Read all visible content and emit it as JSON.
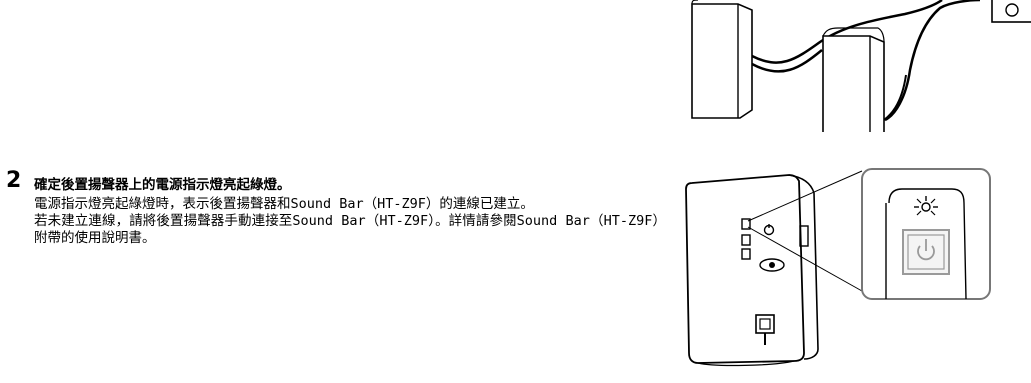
{
  "step": {
    "number": "2",
    "title": "確定後置揚聲器上的電源指示燈亮起綠燈。",
    "paragraph_1": "電源指示燈亮起綠燈時，表示後置揚聲器和Sound Bar（HT-Z9F）的連線已建立。",
    "paragraph_2": "若未建立連線，請將後置揚聲器手動連接至Sound Bar（HT-Z9F）。詳情請參閱Sound Bar（HT-Z9F）附帶的使用說明書。"
  },
  "illustrations": {
    "top": "rear-speakers-connected-to-power-outlet",
    "bottom": "rear-speaker-back-panel-power-indicator-lit"
  },
  "colors": {
    "line": "#000000",
    "callout_box": "#777777",
    "indicator_button": "#9a9a9a"
  }
}
